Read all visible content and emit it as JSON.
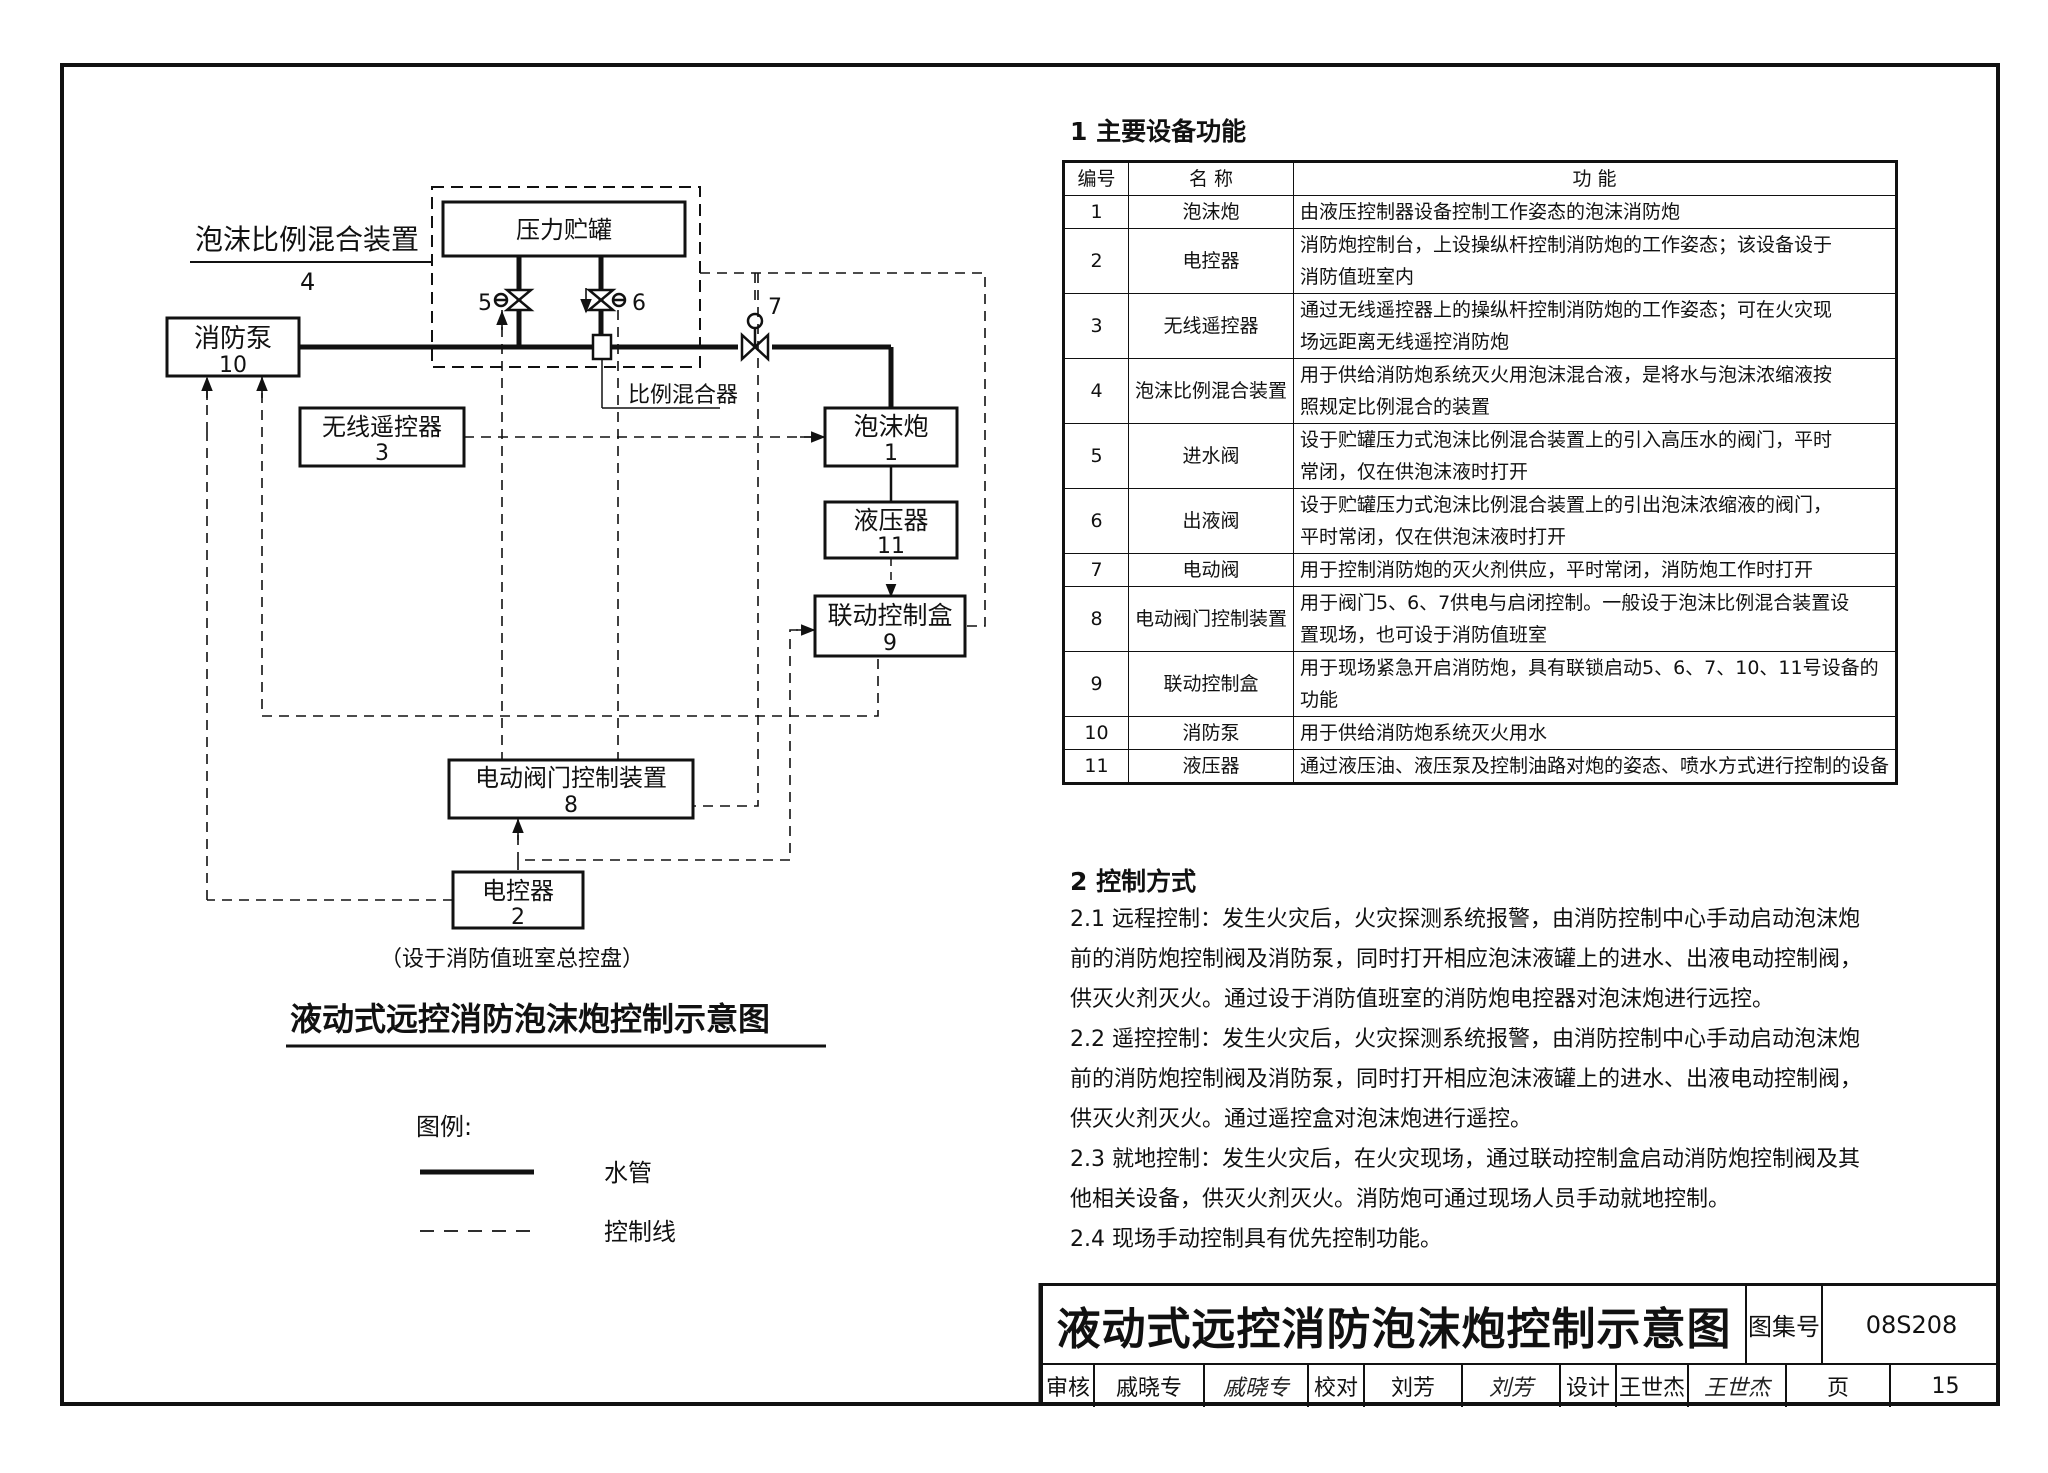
{
  "diagram": {
    "title": "液动式远控消防泡沫炮控制示意图",
    "mixer_device_label": "泡沫比例混合装置",
    "mixer_device_number": "4",
    "pressure_tank_label": "压力贮罐",
    "proportioner_label": "比例混合器",
    "valve_labels": [
      "5",
      "6",
      "7"
    ],
    "nodes": {
      "fire_pump": {
        "name": "消防泵",
        "number": "10"
      },
      "wireless_remote": {
        "name": "无线遥控器",
        "number": "3"
      },
      "foam_cannon": {
        "name": "泡沫炮",
        "number": "1"
      },
      "hydraulic_unit": {
        "name": "液压器",
        "number": "11"
      },
      "linkage_box": {
        "name": "联动控制盒",
        "number": "9"
      },
      "valve_controller": {
        "name": "电动阀门控制装置",
        "number": "8"
      },
      "electric_controller": {
        "name": "电控器",
        "number": "2"
      }
    },
    "controller_note": "（设于消防值班室总控盘）",
    "legend": {
      "title": "图例:",
      "items": [
        {
          "style": "solid",
          "label": "水管"
        },
        {
          "style": "dashed",
          "label": "控制线"
        }
      ]
    }
  },
  "equipment": {
    "section_title": "1  主要设备功能",
    "headers": [
      "编号",
      "名 称",
      "功 能"
    ],
    "rows": [
      {
        "no": "1",
        "name": "泡沫炮",
        "func_lines": [
          "由液压控制器设备控制工作姿态的泡沫消防炮"
        ]
      },
      {
        "no": "2",
        "name": "电控器",
        "func_lines": [
          "消防炮控制台，上设操纵杆控制消防炮的工作姿态；该设备设于",
          "消防值班室内"
        ]
      },
      {
        "no": "3",
        "name": "无线遥控器",
        "func_lines": [
          "通过无线遥控器上的操纵杆控制消防炮的工作姿态；可在火灾现",
          "场远距离无线遥控消防炮"
        ]
      },
      {
        "no": "4",
        "name": "泡沫比例混合装置",
        "func_lines": [
          "用于供给消防炮系统灭火用泡沫混合液，是将水与泡沫浓缩液按",
          "照规定比例混合的装置"
        ]
      },
      {
        "no": "5",
        "name": "进水阀",
        "func_lines": [
          "设于贮罐压力式泡沫比例混合装置上的引入高压水的阀门，平时",
          "常闭，仅在供泡沫液时打开"
        ]
      },
      {
        "no": "6",
        "name": "出液阀",
        "func_lines": [
          "设于贮罐压力式泡沫比例混合装置上的引出泡沫浓缩液的阀门，",
          "平时常闭，仅在供泡沫液时打开"
        ]
      },
      {
        "no": "7",
        "name": "电动阀",
        "func_lines": [
          "用于控制消防炮的灭火剂供应，平时常闭，消防炮工作时打开"
        ]
      },
      {
        "no": "8",
        "name": "电动阀门控制装置",
        "func_lines": [
          "用于阀门5、6、7供电与启闭控制。一般设于泡沫比例混合装置设",
          "置现场，也可设于消防值班室"
        ]
      },
      {
        "no": "9",
        "name": "联动控制盒",
        "func_lines": [
          "用于现场紧急开启消防炮，具有联锁启动5、6、7、10、11号设备的",
          "功能"
        ]
      },
      {
        "no": "10",
        "name": "消防泵",
        "func_lines": [
          "用于供给消防炮系统灭火用水"
        ]
      },
      {
        "no": "11",
        "name": "液压器",
        "func_lines": [
          "通过液压油、液压泵及控制油路对炮的姿态、喷水方式进行控制的设备"
        ]
      }
    ]
  },
  "control": {
    "section_title": "2  控制方式",
    "lines": [
      "2.1  远程控制：发生火灾后，火灾探测系统报警，由消防控制中心手动启动泡沫炮",
      "前的消防炮控制阀及消防泵，同时打开相应泡沫液罐上的进水、出液电动控制阀，",
      "供灭火剂灭火。通过设于消防值班室的消防炮电控器对泡沫炮进行远控。",
      "2.2  遥控控制：发生火灾后，火灾探测系统报警，由消防控制中心手动启动泡沫炮",
      "前的消防炮控制阀及消防泵，同时打开相应泡沫液罐上的进水、出液电动控制阀，",
      "供灭火剂灭火。通过遥控盒对泡沫炮进行遥控。",
      "2.3  就地控制：发生火灾后，在火灾现场，通过联动控制盒启动消防炮控制阀及其",
      "他相关设备，供灭火剂灭火。消防炮可通过现场人员手动就地控制。",
      "2.4  现场手动控制具有优先控制功能。"
    ]
  },
  "title_block": {
    "title": "液动式远控消防泡沫炮控制示意图",
    "atlas_label": "图集号",
    "atlas_no": "08S208",
    "page_label": "页",
    "page_no": "15",
    "review_label": "审核",
    "reviewer": "戚晓专",
    "reviewer_sign": "戚晓专",
    "check_label": "校对",
    "checker": "刘芳",
    "checker_sign": "刘芳",
    "design_label": "设计",
    "designer": "王世杰",
    "designer_sign": "王世杰"
  }
}
